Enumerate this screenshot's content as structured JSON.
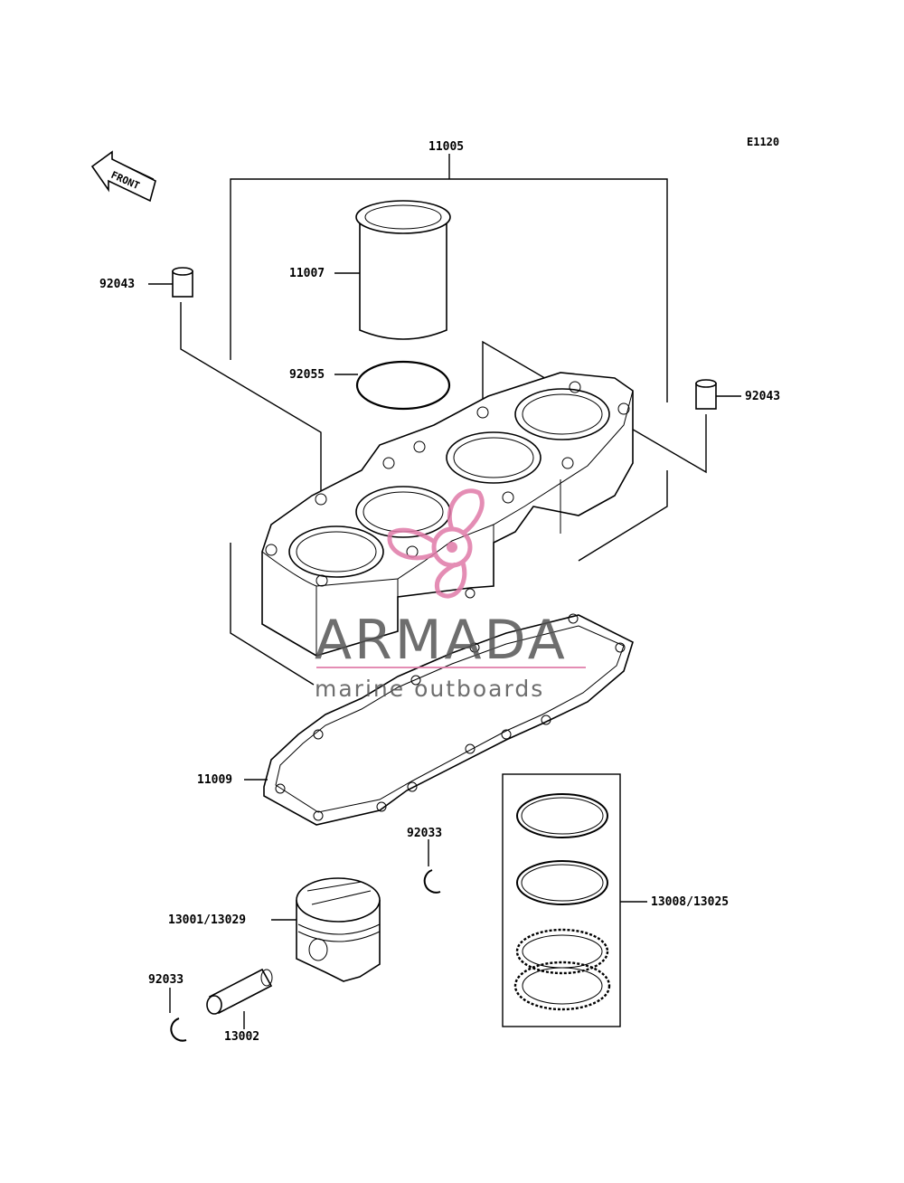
{
  "diagram": {
    "code": "E1120",
    "front_label": "FRONT",
    "part_labels": {
      "cylinder_block": "11005",
      "liner": "11007",
      "o_ring": "92055",
      "dowel_left": "92043",
      "dowel_right": "92043",
      "head_gasket": "11009",
      "circlip_upper": "92033",
      "piston": "13001/13029",
      "circlip_lower": "92033",
      "piston_pin": "13002",
      "ring_set": "13008/13025"
    }
  },
  "watermark": {
    "brand": "ARMADA",
    "tagline": "marine outboards",
    "brand_color": "#555555",
    "accent_color": "#e07aa8"
  }
}
